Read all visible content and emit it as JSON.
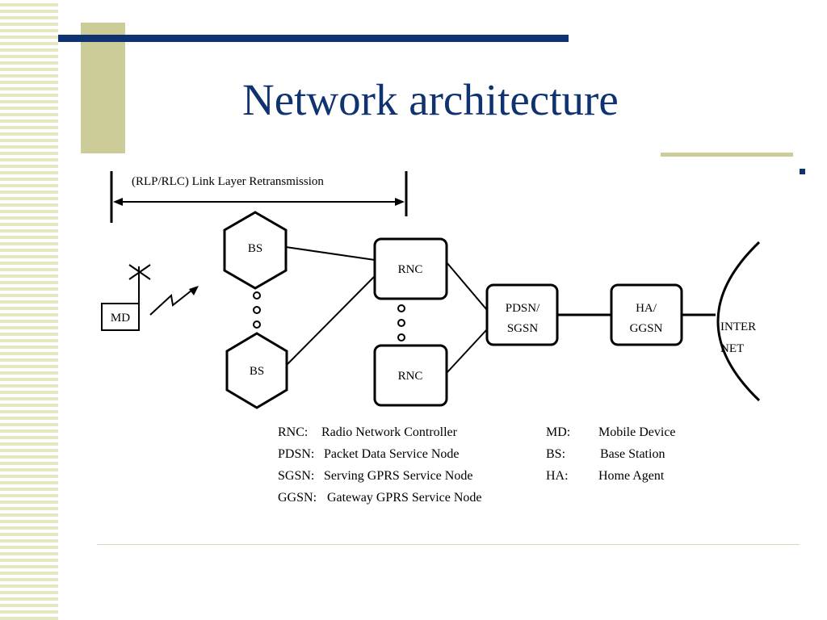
{
  "slide": {
    "title": "Network architecture",
    "colors": {
      "title": "#0f3270",
      "accent_bar": "#0f3270",
      "tan": "#cccc99",
      "stripe": "#e6e6c2"
    }
  },
  "diagram": {
    "retransmission_label": "(RLP/RLC) Link Layer Retransmission",
    "nodes": {
      "md": "MD",
      "bs_top": "BS",
      "bs_bottom": "BS",
      "rnc_top": "RNC",
      "rnc_bottom": "RNC",
      "pdsn_line1": "PDSN/",
      "pdsn_line2": "SGSN",
      "ha_line1": "HA/",
      "ha_line2": "GGSN",
      "internet_line1": "INTER",
      "internet_line2": "NET"
    },
    "legend_left": [
      {
        "abbr": "RNC:",
        "text": "Radio Network Controller"
      },
      {
        "abbr": "PDSN:",
        "text": "Packet Data Service Node"
      },
      {
        "abbr": "SGSN:",
        "text": "Serving GPRS Service Node"
      },
      {
        "abbr": "GGSN:",
        "text": "Gateway GPRS Service Node"
      }
    ],
    "legend_right": [
      {
        "abbr": "MD:",
        "text": "Mobile Device"
      },
      {
        "abbr": "BS:",
        "text": "Base Station"
      },
      {
        "abbr": "HA:",
        "text": "Home Agent"
      }
    ]
  }
}
